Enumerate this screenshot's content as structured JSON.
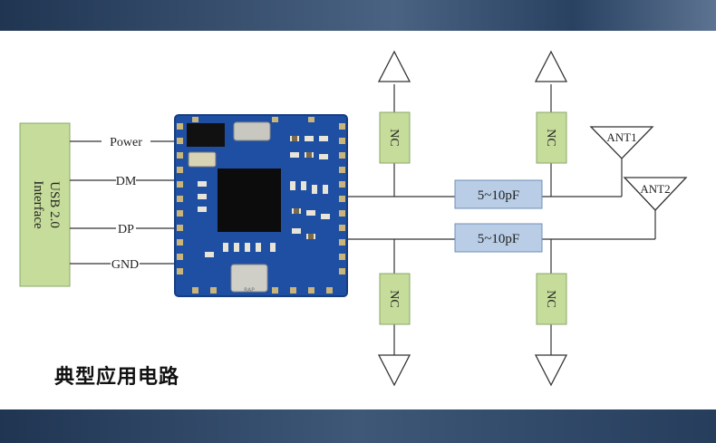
{
  "caption": "典型应用电路",
  "usb": {
    "line1": "USB 2.0",
    "line2": "Interface"
  },
  "pins": [
    "Power",
    "DM",
    "DP",
    "GND"
  ],
  "nc_label": "NC",
  "capacitor_label": "5~10pF",
  "antennas": [
    "ANT1",
    "ANT2"
  ],
  "module_silk": "RAP",
  "colors": {
    "usb_fill": "#c5dc9a",
    "nc_fill": "#c5dc9a",
    "cap_fill": "#b9cde6",
    "pcb": "#1f4fa3"
  }
}
